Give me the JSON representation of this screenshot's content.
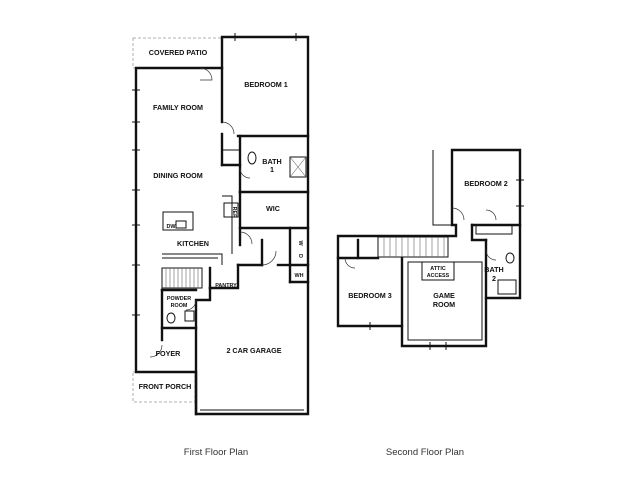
{
  "first_floor": {
    "caption": "First Floor Plan",
    "rooms": {
      "covered_patio": "COVERED PATIO",
      "bedroom_1": "BEDROOM 1",
      "family_room": "FAMILY ROOM",
      "bath_1_line1": "BATH",
      "bath_1_line2": "1",
      "dining_room": "DINING ROOM",
      "wic": "WIC",
      "ref": "REF",
      "dw": "DW",
      "kitchen": "KITCHEN",
      "washer": "W",
      "dryer": "D",
      "water_heater": "WH",
      "pantry": "PANTRY",
      "powder_room_line1": "POWDER",
      "powder_room_line2": "ROOM",
      "two_car_garage": "2 CAR GARAGE",
      "foyer": "FOYER",
      "front_porch": "FRONT PORCH"
    }
  },
  "second_floor": {
    "caption": "Second Floor Plan",
    "rooms": {
      "bedroom_2": "BEDROOM 2",
      "attic_access_line1": "ATTIC",
      "attic_access_line2": "ACCESS",
      "bath_2_line1": "BATH",
      "bath_2_line2": "2",
      "bedroom_3": "BEDROOM 3",
      "game_room_line1": "GAME",
      "game_room_line2": "ROOM"
    }
  }
}
